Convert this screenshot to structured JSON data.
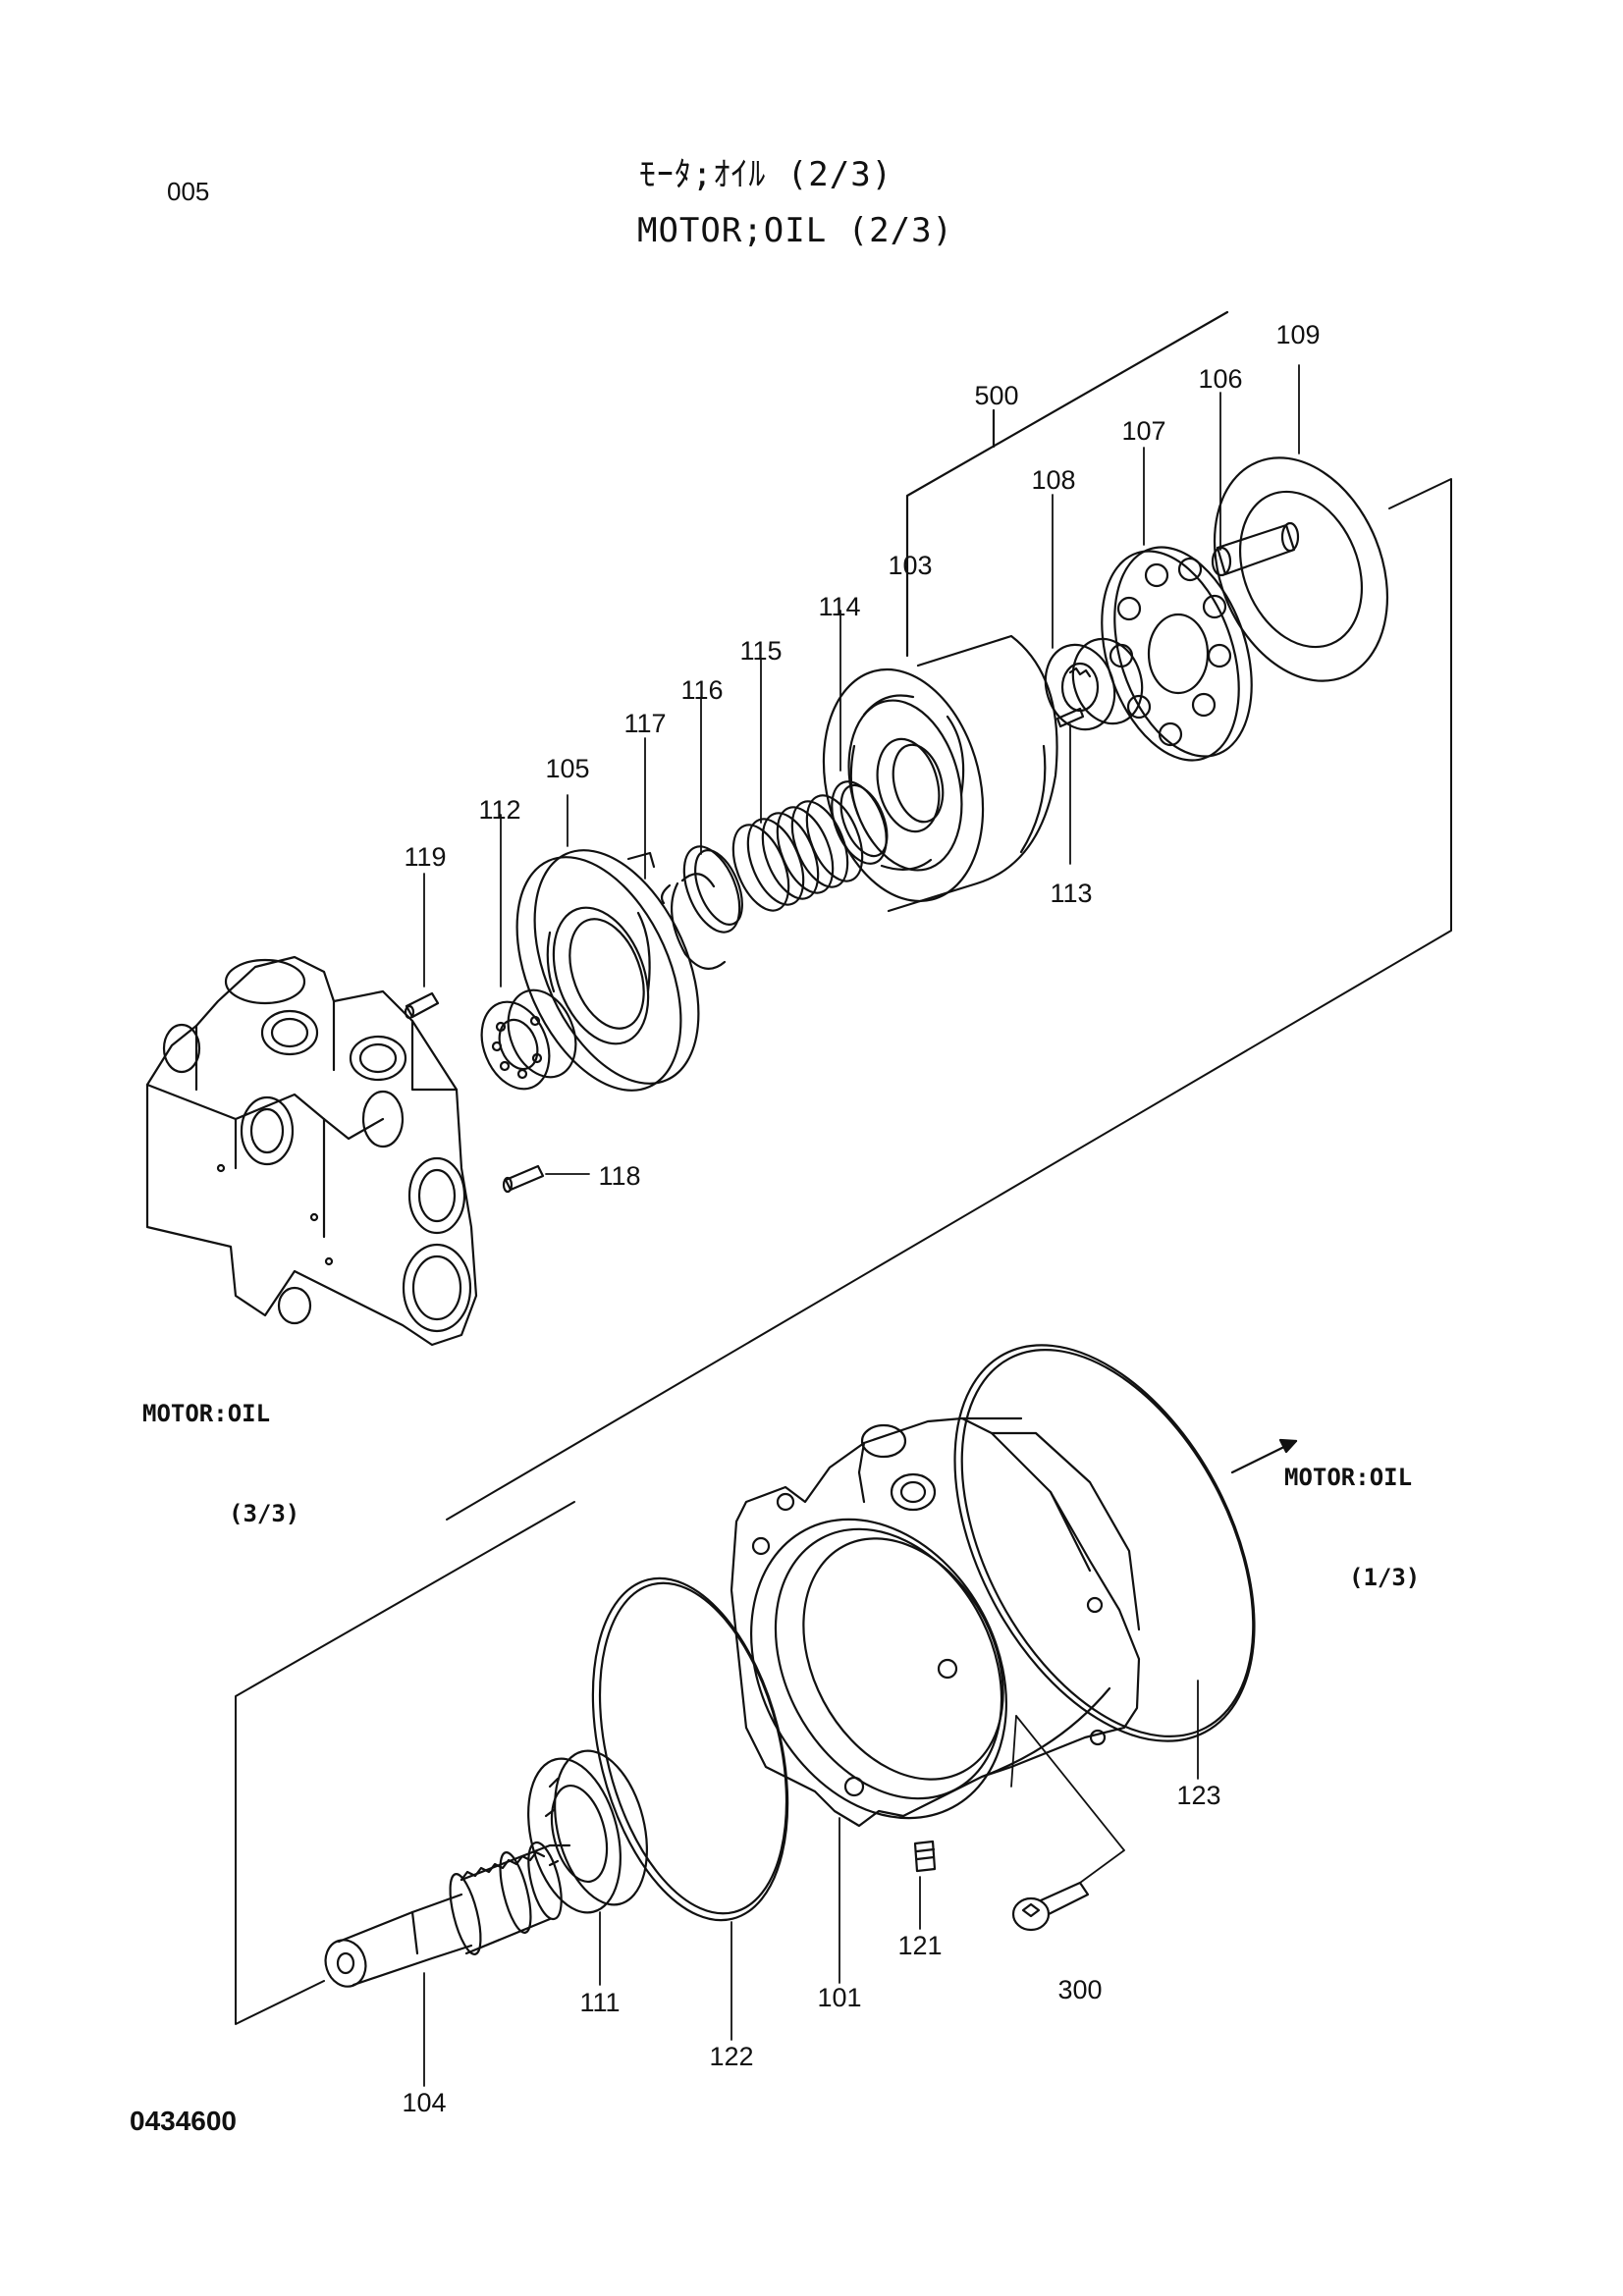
{
  "page": {
    "page_number": "005",
    "title_jp": "ﾓｰﾀ;ｵｲﾙ (2/3)",
    "title_en": "MOTOR;OIL (2/3)",
    "drawing_code": "0434600"
  },
  "references": {
    "upper": {
      "line1": "MOTOR:OIL",
      "line2": "(3/3)"
    },
    "right": {
      "line1": "MOTOR:OIL",
      "line2": "(1/3)"
    }
  },
  "parts": [
    {
      "id": "500",
      "label": "500"
    },
    {
      "id": "109",
      "label": "109"
    },
    {
      "id": "106",
      "label": "106"
    },
    {
      "id": "107",
      "label": "107"
    },
    {
      "id": "108",
      "label": "108"
    },
    {
      "id": "103",
      "label": "103"
    },
    {
      "id": "114",
      "label": "114"
    },
    {
      "id": "115",
      "label": "115"
    },
    {
      "id": "116",
      "label": "116"
    },
    {
      "id": "117",
      "label": "117"
    },
    {
      "id": "105",
      "label": "105"
    },
    {
      "id": "112",
      "label": "112"
    },
    {
      "id": "119",
      "label": "119"
    },
    {
      "id": "113",
      "label": "113"
    },
    {
      "id": "118",
      "label": "118"
    },
    {
      "id": "123",
      "label": "123"
    },
    {
      "id": "121",
      "label": "121"
    },
    {
      "id": "300",
      "label": "300"
    },
    {
      "id": "101",
      "label": "101"
    },
    {
      "id": "111",
      "label": "111"
    },
    {
      "id": "122",
      "label": "122"
    },
    {
      "id": "104",
      "label": "104"
    }
  ]
}
